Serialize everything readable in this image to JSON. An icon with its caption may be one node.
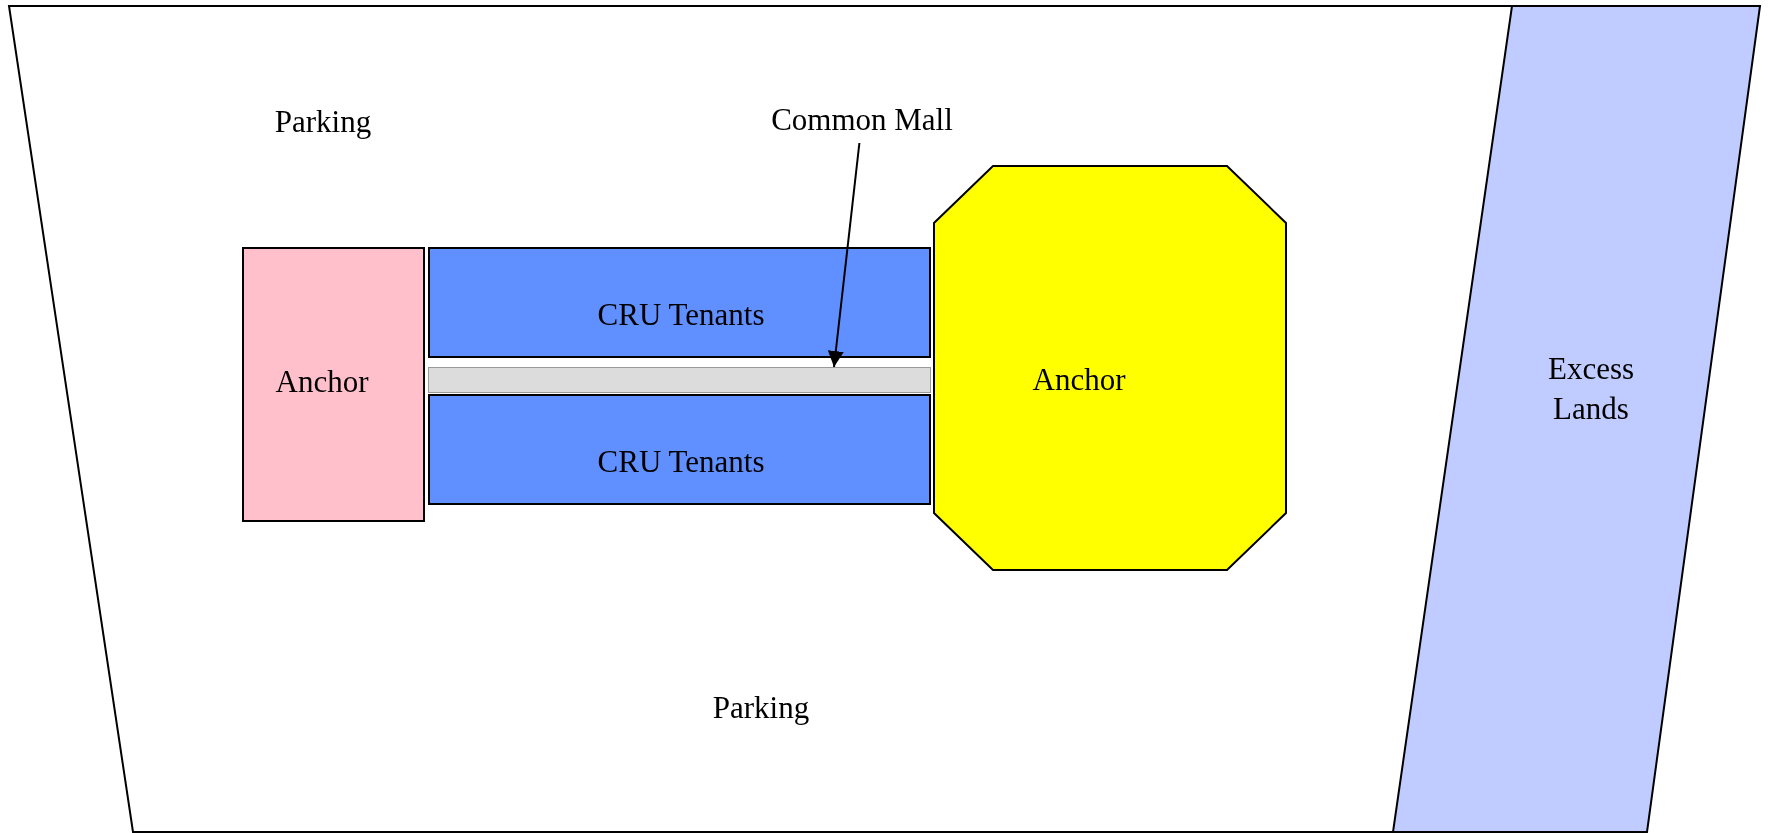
{
  "diagram": {
    "nodes": [
      {
        "text": [
          "Parking",
          "Parking"
        ]
      },
      {
        "text": [
          "Anchor"
        ],
        "in": 0
      },
      {
        "text": [
          "CRU Tenants"
        ],
        "in": 0
      },
      {
        "text": [
          "CRU Tenants"
        ],
        "in": 0
      },
      {
        "text": [
          "Anchor"
        ],
        "in": 0
      },
      {
        "text": [
          "Excess Lands"
        ]
      },
      {
        "text": [
          "Common Mall"
        ],
        "in": 0
      },
      {
        "text": [],
        "shape": "box",
        "in": 0
      }
    ],
    "edges": [
      {
        "from": 6,
        "to": 7,
        "arrow": "to"
      }
    ]
  }
}
